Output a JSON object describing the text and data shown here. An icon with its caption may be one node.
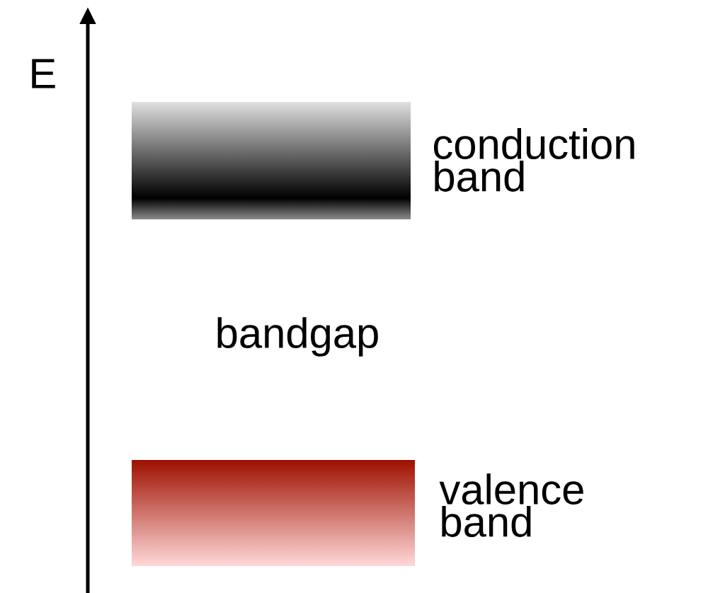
{
  "diagram": {
    "nodes": [
      {
        "text": [],
        "shape": "bar",
        "beside": [
          "conduction band"
        ]
      },
      {
        "text": [],
        "shape": "bar",
        "beside": [
          "valence band"
        ]
      }
    ],
    "labels": [
      "E",
      "bandgap"
    ]
  }
}
